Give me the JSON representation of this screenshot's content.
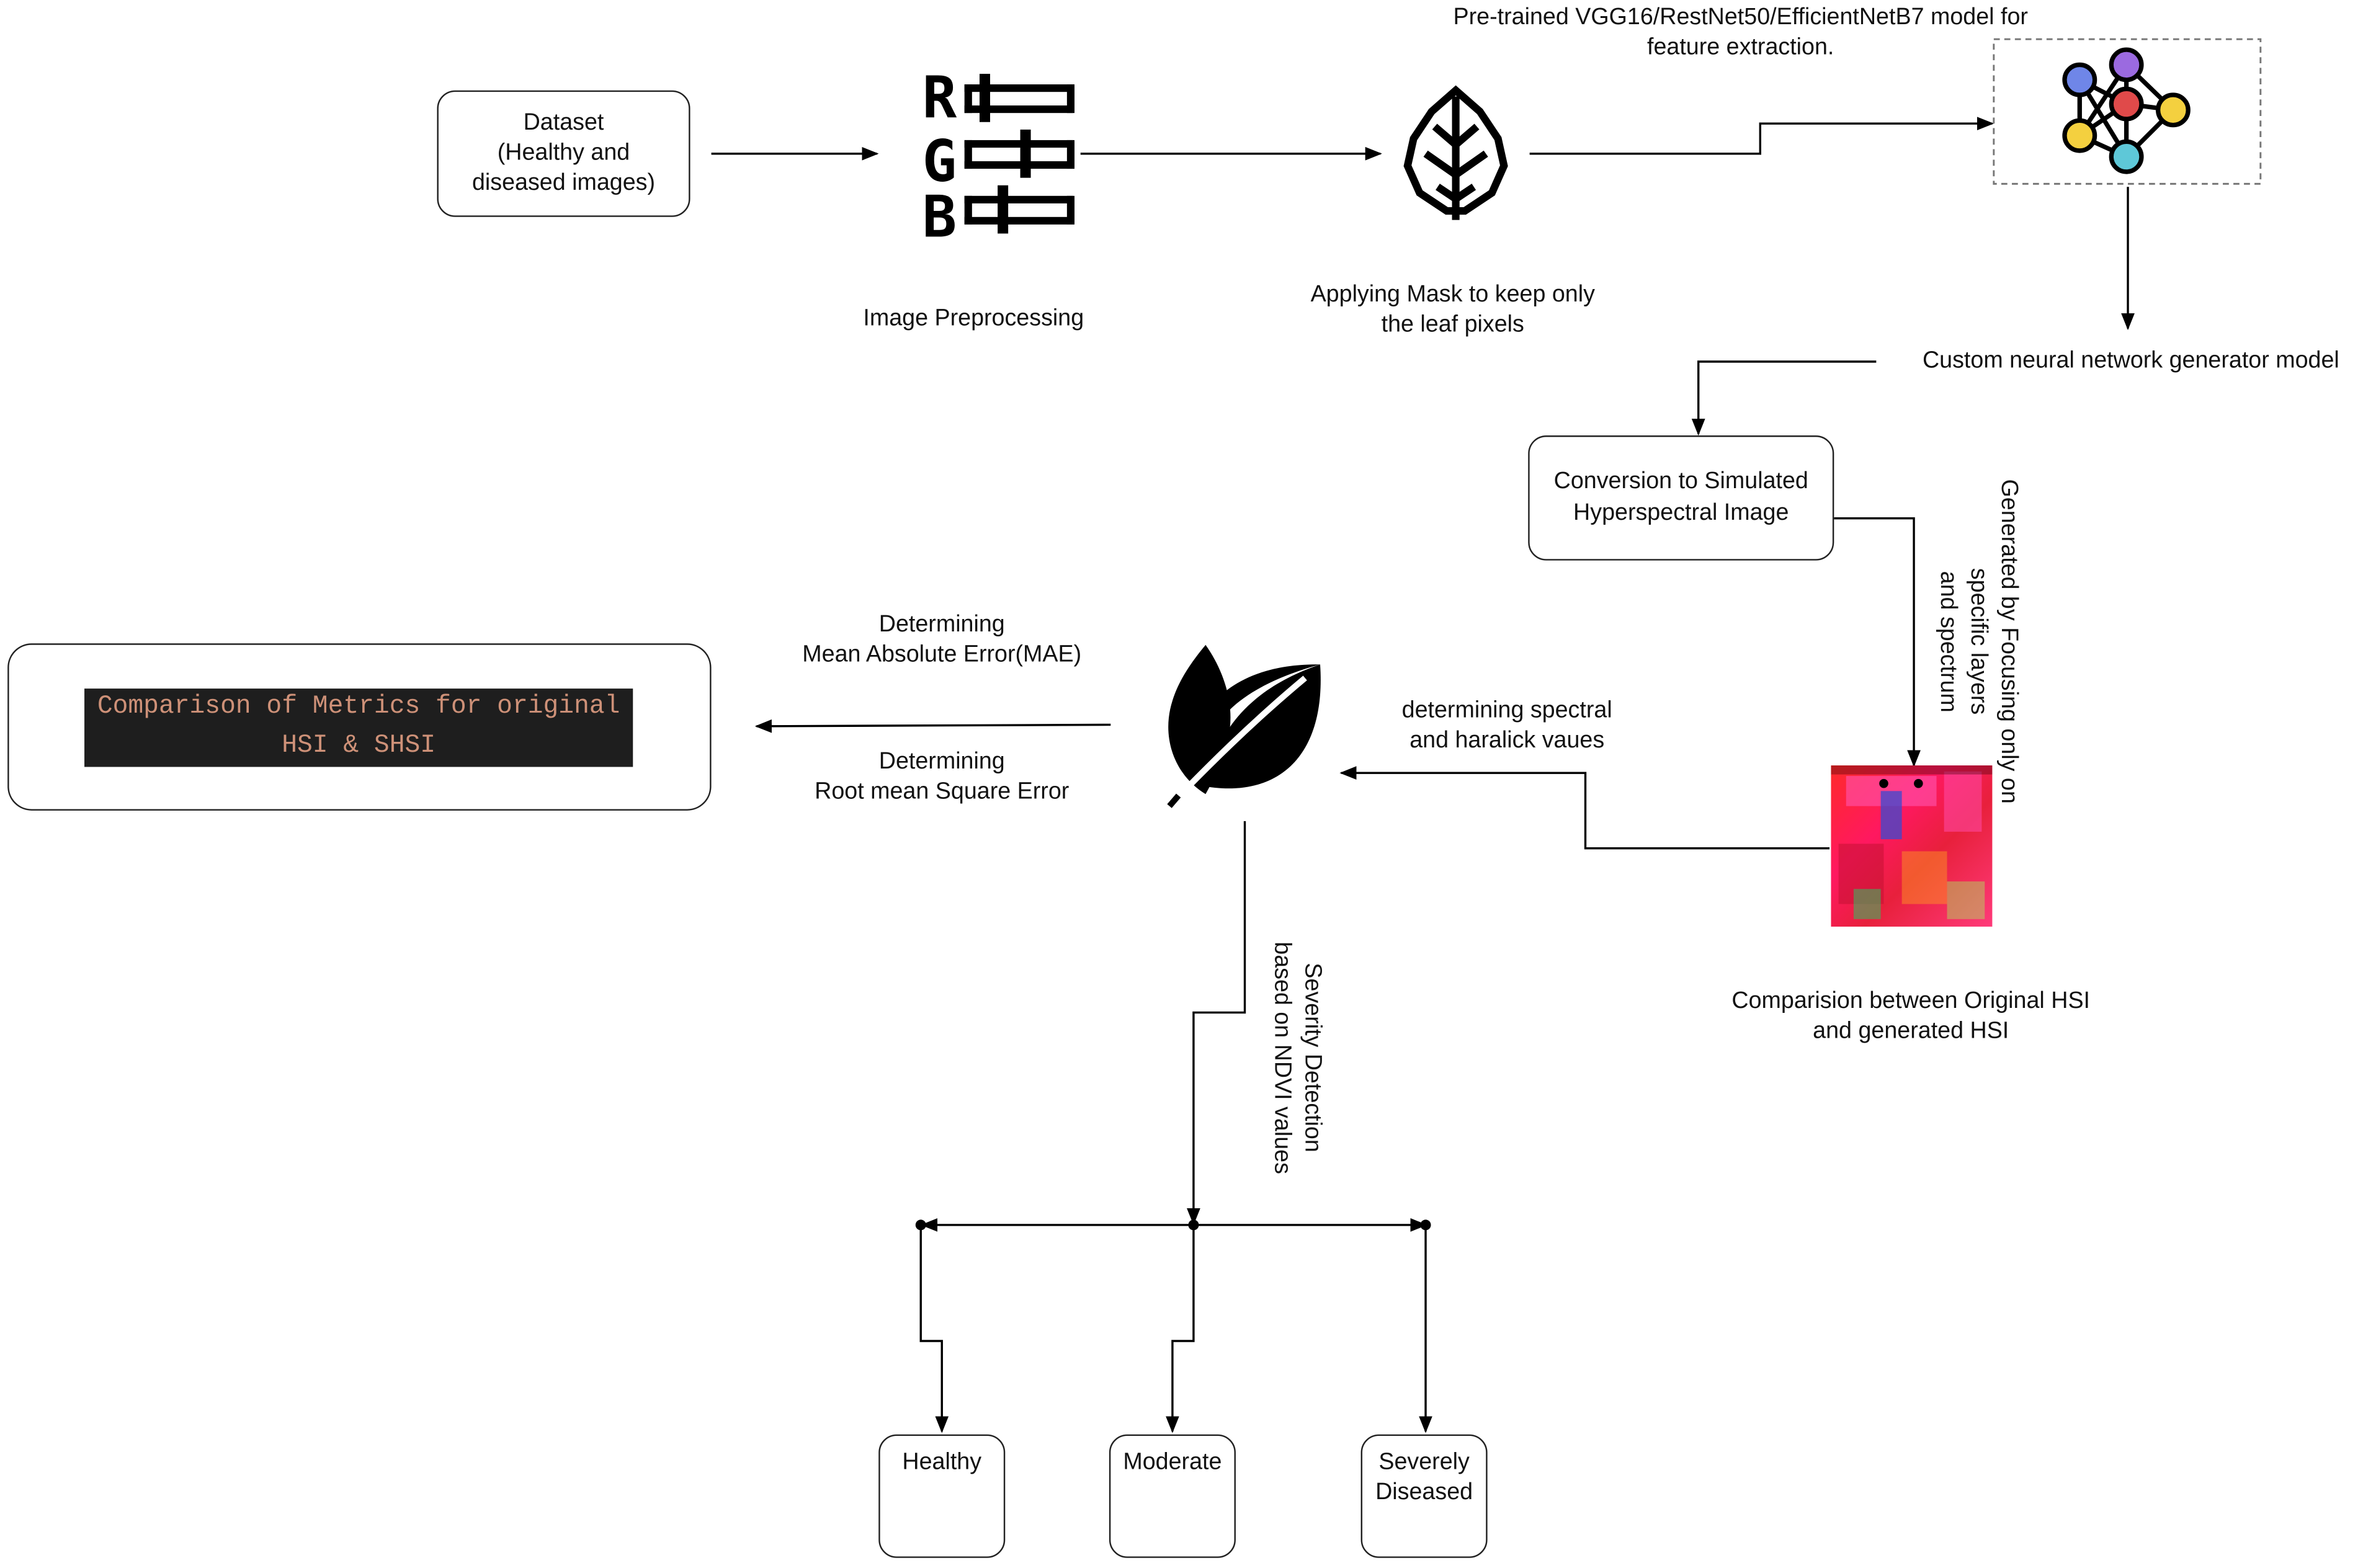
{
  "nodes": {
    "dataset": "Dataset\n(Healthy and\ndiseased images)",
    "image_preprocessing": "Image Preprocessing",
    "mask": "Applying Mask to  keep only\nthe leaf pixels",
    "pretrained_model": "Pre-trained VGG16/RestNet50/EfficientNetB7 model for\nfeature extraction.",
    "generator_model": "Custom neural network generator model",
    "conversion": "Conversion to Simulated\nHyperspectral Image",
    "generated_note": "Generated by Focusing only on\nspecific layers\nand spectrum",
    "comparison": "Comparision between Original HSI\nand generated HSI",
    "spectral": "determining spectral\nand haralick vaues",
    "mae": "Determining\nMean Absolute Error(MAE)",
    "rmse": "Determining\nRoot mean Square Error",
    "metrics_comparison": "Comparison of Metrics for original\nHSI & SHSI",
    "severity": "Severity Detection\nbased on NDVI values",
    "healthy": "Healthy",
    "moderate": "Moderate",
    "severely_diseased": "Severely\nDiseased"
  },
  "icons": {
    "rgb": "rgb-channels-icon",
    "leaf_outline": "leaf-outline-icon",
    "neural_network": "neural-network-icon",
    "hsi_image": "hyperspectral-image-thumbnail",
    "leaf_filled": "leaf-filled-icon"
  },
  "colors": {
    "nn_blue": "#6f86e8",
    "nn_purple": "#9b6ae0",
    "nn_red": "#e04a4a",
    "nn_yellow": "#f4d03f",
    "nn_cyan": "#5ec8d8",
    "code_bg": "#1e1e1e",
    "code_text": "#ce9178"
  }
}
